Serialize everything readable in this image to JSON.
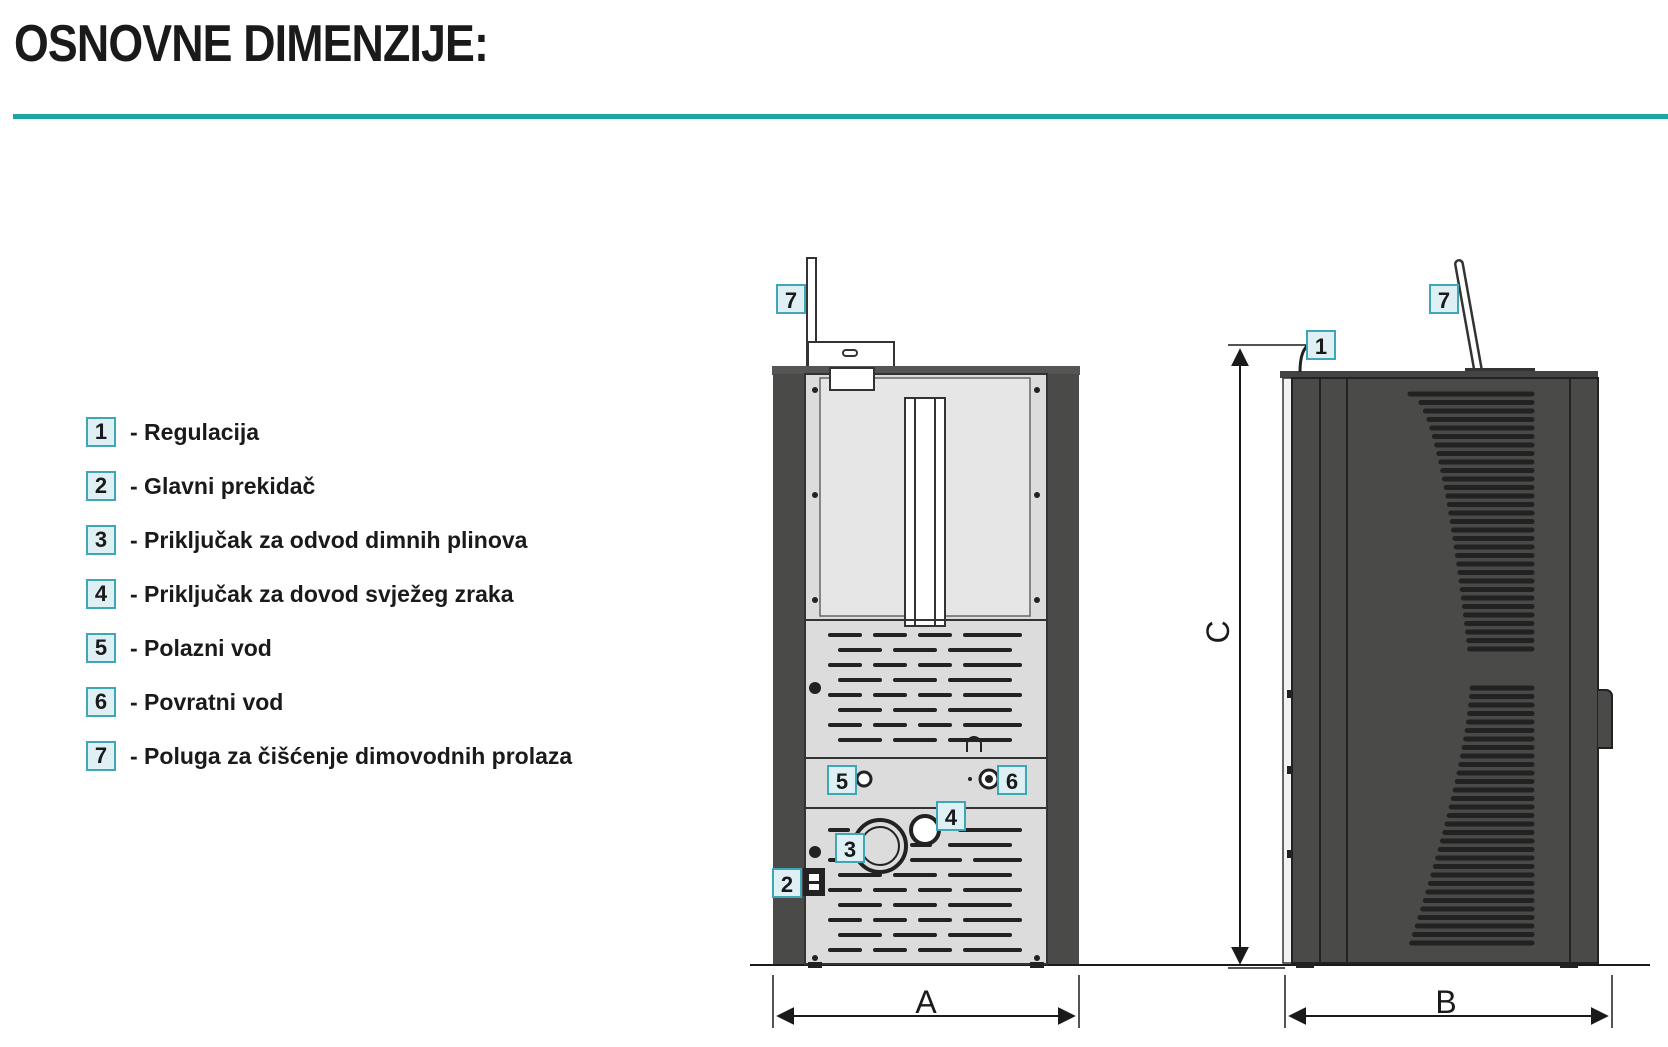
{
  "page": {
    "title": "OSNOVNE DIMENZIJE:",
    "accent_color": "#1aa6a6"
  },
  "legend": {
    "items": [
      {
        "num": "1",
        "label": "- Regulacija"
      },
      {
        "num": "2",
        "label": "- Glavni prekidač"
      },
      {
        "num": "3",
        "label": "- Priključak za odvod dimnih plinova"
      },
      {
        "num": "4",
        "label": "- Priključak za dovod svježeg zraka"
      },
      {
        "num": "5",
        "label": "- Polazni vod"
      },
      {
        "num": "6",
        "label": "- Povratni vod"
      },
      {
        "num": "7",
        "label": "- Poluga za čišćenje dimovodnih prolaza"
      }
    ]
  },
  "rear_view": {
    "callouts": [
      "7",
      "5",
      "6",
      "4",
      "3",
      "2"
    ],
    "dimension": "A"
  },
  "side_view": {
    "callouts": [
      "7",
      "1"
    ],
    "dimension_width": "B",
    "dimension_height": "C"
  }
}
